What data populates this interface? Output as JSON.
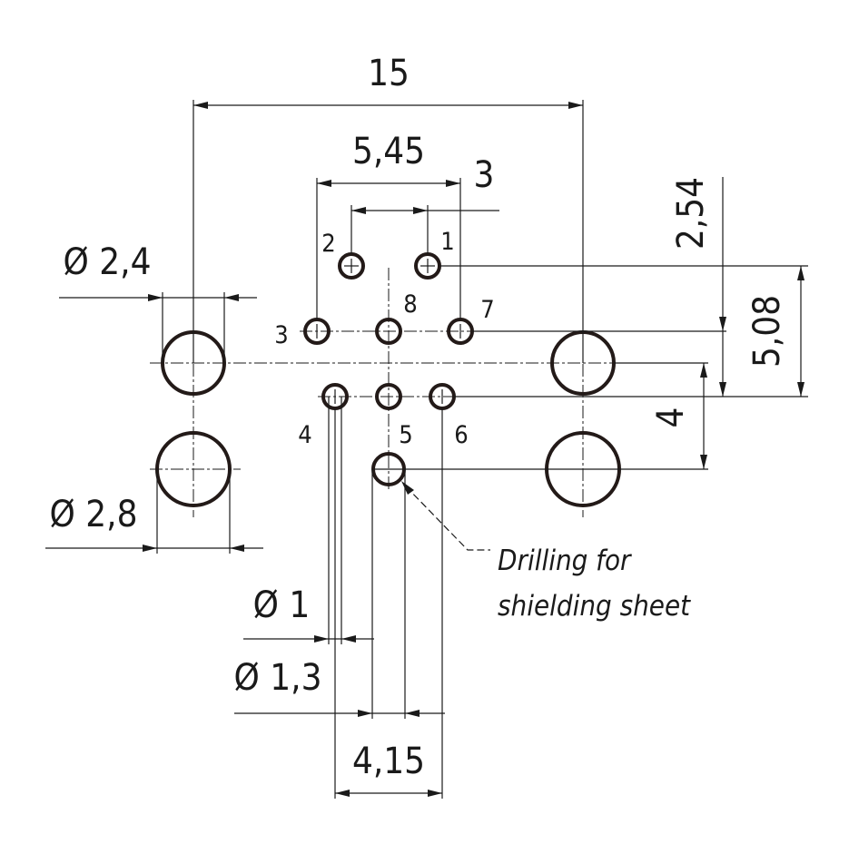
{
  "dimensions": {
    "overall_width": "15",
    "outer_pin_span": "5,45",
    "pin_pitch_top": "3",
    "pitch_vertical_small": "2,54",
    "pitch_vertical_large": "5,08",
    "shield_offset": "4",
    "mount_hole_small_dia": "Ø 2,4",
    "mount_hole_large_dia": "Ø 2,8",
    "pin_hole_dia": "Ø 1",
    "shield_hole_dia": "Ø 1,3",
    "bottom_span": "4,15"
  },
  "pins": {
    "p1": "1",
    "p2": "2",
    "p3": "3",
    "p4": "4",
    "p5": "5",
    "p6": "6",
    "p7": "7",
    "p8": "8"
  },
  "note": {
    "line1": "Drilling for",
    "line2": "shielding sheet"
  }
}
